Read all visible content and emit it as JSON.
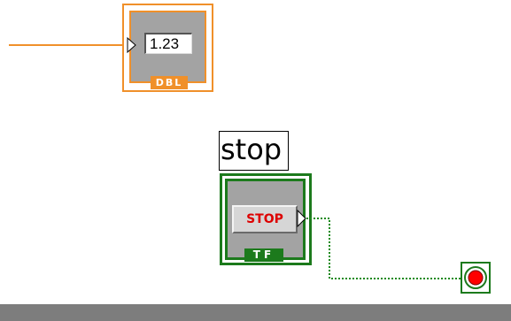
{
  "dbl_indicator": {
    "value": "1.23",
    "type_tag": "DBL"
  },
  "stop_control": {
    "label": "stop",
    "button_text": "STOP",
    "type_tag": "TF"
  },
  "colors": {
    "numeric_wire": "#f0902a",
    "boolean_terminal": "#1c7a1c",
    "boolean_wire": "#1c8a1c",
    "stop_text": "#dd0000",
    "stop_condition": "#ff0000"
  },
  "icons": {
    "input_terminal": "triangle-arrow-icon",
    "output_terminal": "triangle-arrow-icon",
    "loop_condition": "stop-if-true-icon"
  }
}
